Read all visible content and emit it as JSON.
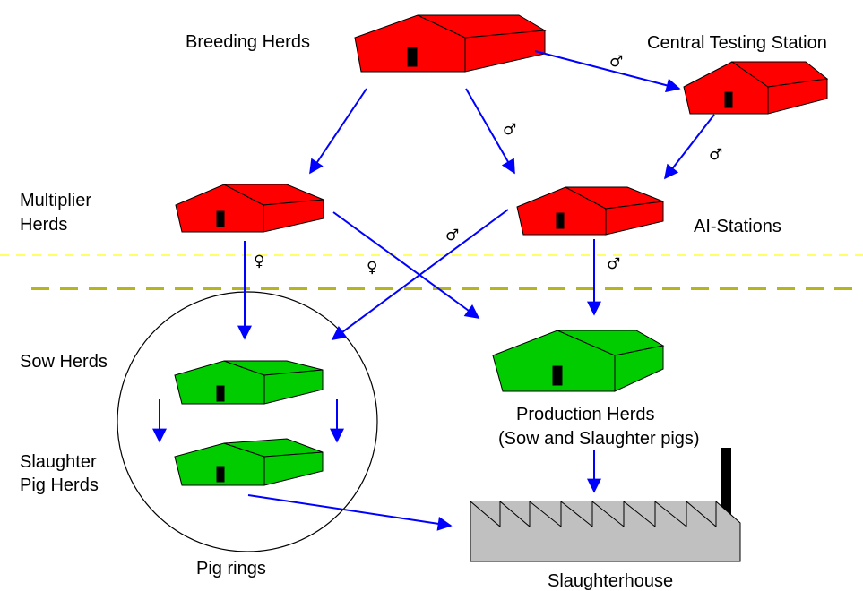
{
  "labels": {
    "breeding": "Breeding Herds",
    "central": "Central Testing Station",
    "multiplier_1": "Multiplier",
    "multiplier_2": "Herds",
    "ai": "AI-Stations",
    "sow": "Sow Herds",
    "slaughter_pig_1": "Slaughter",
    "slaughter_pig_2": "Pig Herds",
    "production_1": "Production Herds",
    "production_2": "(Sow and Slaughter pigs)",
    "pig_rings": "Pig rings",
    "slaughterhouse": "Slaughterhouse"
  },
  "symbols": {
    "male": "♂",
    "female": "♀"
  },
  "colors": {
    "breeding_building": "#ff0000",
    "production_building": "#00cc00",
    "arrow": "#0000ff",
    "slaughterhouse": "#c0c0c0",
    "dashed_line_upper": "#ffff66",
    "dashed_line_lower": "#b5b51f"
  }
}
